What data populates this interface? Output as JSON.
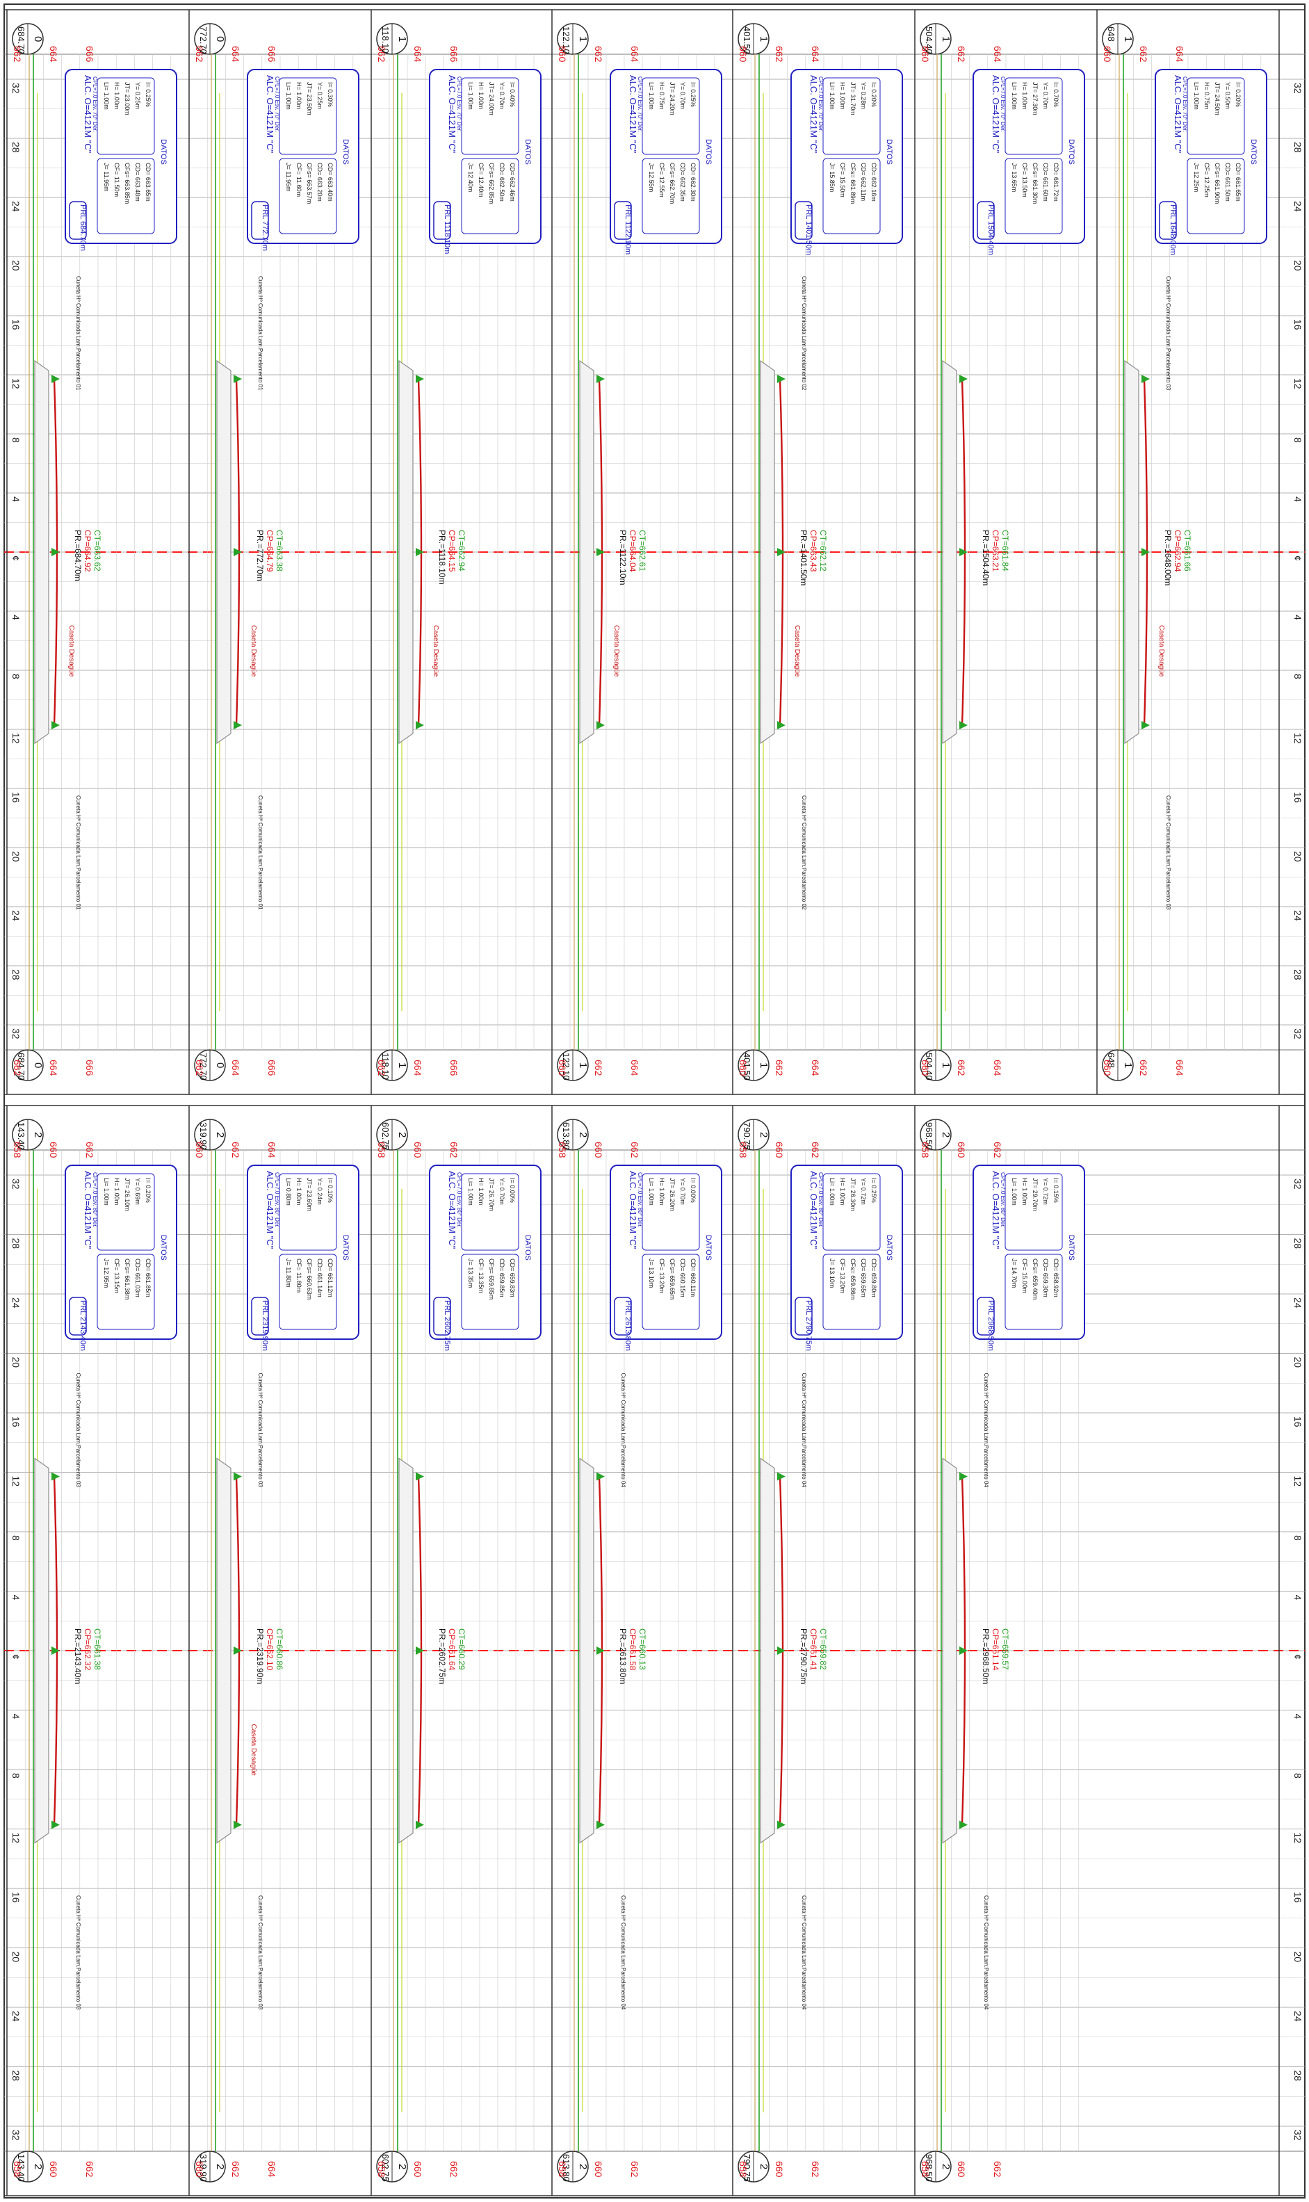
{
  "title": "",
  "colors": {
    "grid": "#777777",
    "grid_minor": "#999999",
    "elev_red": "#e0181c",
    "centerline": "#ff1a1a",
    "terrain_green": "#27a327",
    "ground_tan": "#c8a45a",
    "yellow_green": "#b8d000",
    "box_blue": "#2020c0",
    "culvert_red": "#c81414",
    "structure_gray": "#8c8c8c"
  },
  "offset_labels": [
    "32",
    "28",
    "24",
    "20",
    "16",
    "12",
    "8",
    "4",
    "¢",
    "4",
    "8",
    "12",
    "16",
    "20",
    "24",
    "28",
    "32"
  ],
  "bands": [
    {
      "panels": [
        {
          "id": "0",
          "badge_num": "0",
          "badge_sub": "684.70",
          "elev_labels": [
            "662",
            "664",
            "666"
          ],
          "box_title": "ALC. O=4121M \"C\"",
          "box_sub": "CPL=7.0 Esv. 70° Der.",
          "prl": "PRL 684.70m",
          "datos": "DATOS",
          "left_rows": [
            "Li= 1.00m",
            "H= 1.00m",
            "JT= 23.00m",
            "Y= 0.25m",
            "I= 0.25%"
          ],
          "right_rows": [
            "J= 11.95m",
            "CF= 11.50m",
            "CFs= 663.85m",
            "CD= 663.48m",
            "CD= 663.65m"
          ],
          "cuneta_left": "Cuneta Hº Comunicada Lam.Parcelamento 01",
          "cuneta_right": "Cuneta Hº Comunicada Lam.Parcelamento 01",
          "center_prl": "PR.=684.70m",
          "center_cp": "CP=664.92",
          "center_ct": "CT=663.62",
          "casetta": "Caseta Desagüe"
        },
        {
          "id": "0b",
          "badge_num": "0",
          "badge_sub": "772.70",
          "elev_labels": [
            "662",
            "664",
            "666"
          ],
          "box_title": "ALC. O=4121M \"C\"",
          "box_sub": "CPL=7.0 Esv. 70° Der.",
          "prl": "PRL 772.70m",
          "datos": "DATOS",
          "left_rows": [
            "Li= 1.00m",
            "H= 1.00m",
            "JT= 23.50m",
            "Y= 0.25m",
            "I= 0.30%"
          ],
          "right_rows": [
            "J= 11.95m",
            "CF= 11.60m",
            "CFs= 663.57m",
            "CD= 663.20m",
            "CD= 663.40m"
          ],
          "cuneta_left": "Cuneta Hº Comunicada Lam.Parcelamento 01",
          "cuneta_right": "Cuneta Hº Comunicada Lam.Parcelamento 01",
          "center_prl": "PR.=772.70m",
          "center_cp": "CP=664.79",
          "center_ct": "CT=663.38",
          "casetta": "Caseta Desagüe"
        },
        {
          "id": "1",
          "badge_num": "1",
          "badge_sub": "118.10",
          "elev_labels": [
            "662",
            "664",
            "666"
          ],
          "box_title": "ALC. O=4121M \"C\"",
          "box_sub": "CPL=7.0 Esv. 70° Der.",
          "prl": "PRL 1118.10m",
          "datos": "DATOS",
          "left_rows": [
            "Li= 1.00m",
            "H= 1.00m",
            "JT= 24.00m",
            "Y= 0.70m",
            "I= 0.40%"
          ],
          "right_rows": [
            "J= 12.40m",
            "CF= 12.40m",
            "CFs= 662.85m",
            "CD= 662.50m",
            "CD= 662.46m"
          ],
          "cuneta_left": "",
          "cuneta_right": "",
          "center_prl": "PR.=1118.10m",
          "center_cp": "CP=664.15",
          "center_ct": "CT=662.94",
          "casetta": "Caseta Desagüe"
        },
        {
          "id": "2",
          "badge_num": "1",
          "badge_sub": "122.10",
          "elev_labels": [
            "660",
            "662",
            "664"
          ],
          "box_title": "ALC. O=4121M \"C\"",
          "box_sub": "CPL=7.0 Esv. 70° Der.",
          "prl": "PRL 1122.10m",
          "datos": "DATOS",
          "left_rows": [
            "Li= 1.00m",
            "H= 0.75m",
            "JT= 24.20m",
            "Y= 0.70m",
            "I= 0.25%"
          ],
          "right_rows": [
            "J= 12.55m",
            "CF= 12.55m",
            "CFs= 662.70m",
            "CD= 662.35m",
            "CD= 662.30m"
          ],
          "cuneta_left": "",
          "cuneta_right": "",
          "center_prl": "PR.=1122.10m",
          "center_cp": "CP=664.04",
          "center_ct": "CT=662.61",
          "casetta": "Caseta Desagüe"
        },
        {
          "id": "3",
          "badge_num": "1",
          "badge_sub": "401.50",
          "elev_labels": [
            "660",
            "662",
            "664"
          ],
          "box_title": "ALC. O=4121M \"C\"",
          "box_sub": "CPL=7.0 Esv. 70° Der.",
          "prl": "PRL 1401.50m",
          "datos": "DATOS",
          "left_rows": [
            "Li= 1.00m",
            "H= 1.00m",
            "JT= 31.70m",
            "Y= 0.28m",
            "I= 0.20%"
          ],
          "right_rows": [
            "J= 15.85m",
            "CF= 15.50m",
            "CFs= 661.89m",
            "CD= 662.11m",
            "CD= 662.16m"
          ],
          "cuneta_left": "Cuneta Hº Comunicada Lam.Parcelamento 02",
          "cuneta_right": "Cuneta Hº Comunicada Lam.Parcelamento 02",
          "center_prl": "PR.=1401.50m",
          "center_cp": "CP=663.43",
          "center_ct": "CT=662.12",
          "casetta": "Caseta Desagüe"
        },
        {
          "id": "4",
          "badge_num": "1",
          "badge_sub": "504.40",
          "elev_labels": [
            "660",
            "662",
            "664"
          ],
          "box_title": "ALC. O=4121M \"C\"",
          "box_sub": "CPL=7.0 Esv. 70° Der.",
          "prl": "PRL 1504.40m",
          "datos": "DATOS",
          "left_rows": [
            "Li= 1.00m",
            "H= 1.00m",
            "JT= 27.30m",
            "Y= 0.70m",
            "I= 0.70%"
          ],
          "right_rows": [
            "J= 13.65m",
            "CF= 13.50m",
            "CFs= 661.30m",
            "CD= 661.60m",
            "CD= 661.72m"
          ],
          "cuneta_left": "",
          "cuneta_right": "",
          "center_prl": "PR.=1504.40m",
          "center_cp": "CP=663.21",
          "center_ct": "CT=661.84",
          "casetta": ""
        },
        {
          "id": "5",
          "badge_num": "1",
          "badge_sub": "648",
          "elev_labels": [
            "660",
            "662",
            "664"
          ],
          "box_title": "ALC. O=4121M \"C\"",
          "box_sub": "CPL=7.0 Esv. 70° Der.",
          "prl": "PRL 1648.00m",
          "datos": "DATOS",
          "left_rows": [
            "Li= 1.00m",
            "H= 0.75m",
            "JT= 24.50m",
            "Y= 0.50m",
            "I= 0.20%"
          ],
          "right_rows": [
            "J= 12.25m",
            "CF= 12.25m",
            "CFs= 661.90m",
            "CD= 661.50m",
            "CD= 661.65m"
          ],
          "cuneta_left": "Cuneta Hº Comunicada Lam.Parcelamento 03",
          "cuneta_right": "Cuneta Hº Comunicada Lam.Parcelamento 03",
          "center_prl": "PR.=1648.00m",
          "center_cp": "CP=662.94",
          "center_ct": "CT=661.66",
          "casetta": "Caseta Desagüe"
        }
      ]
    },
    {
      "panels": [
        {
          "id": "6",
          "badge_num": "2",
          "badge_sub": "143.40",
          "elev_labels": [
            "658",
            "660",
            "662"
          ],
          "box_title": "ALC. O=4121M \"C\"",
          "box_sub": "CPL=7.0 Esv. 80° Der.",
          "prl": "PRL 2143.40m",
          "datos": "DATOS",
          "left_rows": [
            "Li= 1.00m",
            "H= 1.00m",
            "JT= 26.10m",
            "Y= 0.69m",
            "I= 0.20%"
          ],
          "right_rows": [
            "J= 12.95m",
            "CF= 13.15m",
            "CFs= 661.38m",
            "CD= 661.03m",
            "CD= 661.85m"
          ],
          "cuneta_left": "Cuneta Hº Comunicada Lam.Parcelamento 03",
          "cuneta_right": "Cuneta Hº Comunicada Lam.Parcelamento 03",
          "center_prl": "PR.=2143.40m",
          "center_cp": "CP=662.32",
          "center_ct": "CT=661.38",
          "casetta": ""
        },
        {
          "id": "7",
          "badge_num": "2",
          "badge_sub": "319.90",
          "elev_labels": [
            "660",
            "662",
            "664"
          ],
          "box_title": "ALC. O=4121M \"C\"",
          "box_sub": "CPL=7.0 Esv. 80° Der.",
          "prl": "PRL 2319.90m",
          "datos": "DATOS",
          "left_rows": [
            "Li= 0.80m",
            "H= 1.00m",
            "JT= 23.60m",
            "Y= 0.24m",
            "I= 0.10%"
          ],
          "right_rows": [
            "J= 11.80m",
            "CF= 11.80m",
            "CFs= 660.63m",
            "CD= 661.14m",
            "CD= 661.12m"
          ],
          "cuneta_left": "Cuneta Hº Comunicada Lam.Parcelamento 03",
          "cuneta_right": "Cuneta Hº Comunicada Lam.Parcelamento 03",
          "center_prl": "PR.=2319.90m",
          "center_cp": "CP=662.10",
          "center_ct": "CT=660.86",
          "casetta": "Caseta Desagüe"
        },
        {
          "id": "8",
          "badge_num": "2",
          "badge_sub": "602.75",
          "elev_labels": [
            "658",
            "660",
            "662"
          ],
          "box_title": "ALC. O=4121M \"C\"",
          "box_sub": "CPL=7.0 Esv. 80° Der.",
          "prl": "PRL 2602.75m",
          "datos": "DATOS",
          "left_rows": [
            "Li= 1.00m",
            "H= 1.00m",
            "JT= 26.70m",
            "Y= 0.70m",
            "I= 0.00%"
          ],
          "right_rows": [
            "J= 13.35m",
            "CF= 13.35m",
            "CFs= 659.85m",
            "CD= 659.85m",
            "CD= 659.83m"
          ],
          "cuneta_left": "",
          "cuneta_right": "",
          "center_prl": "PR.=2602.75m",
          "center_cp": "CP=661.64",
          "center_ct": "CT=660.29",
          "casetta": ""
        },
        {
          "id": "9",
          "badge_num": "2",
          "badge_sub": "613.80",
          "elev_labels": [
            "658",
            "660",
            "662"
          ],
          "box_title": "ALC. O=4121M \"C\"",
          "box_sub": "CPL=7.0 Esv. 80° Der.",
          "prl": "PRL 2613.80m",
          "datos": "DATOS",
          "left_rows": [
            "Li= 1.00m",
            "H= 1.00m",
            "JT= 26.20m",
            "Y= 0.70m",
            "I= 0.00%"
          ],
          "right_rows": [
            "J= 13.10m",
            "CF= 13.20m",
            "CFs= 659.65m",
            "CD= 660.15m",
            "CD= 660.11m"
          ],
          "cuneta_left": "Cuneta Hº Comunicada Lam.Parcelamento 04",
          "cuneta_right": "Cuneta Hº Comunicada Lam.Parcelamento 04",
          "center_prl": "PR.=2613.80m",
          "center_cp": "CP=661.58",
          "center_ct": "CT=660.13",
          "casetta": ""
        },
        {
          "id": "10",
          "badge_num": "2",
          "badge_sub": "790.75",
          "elev_labels": [
            "658",
            "660",
            "662"
          ],
          "box_title": "ALC. O=4121M \"C\"",
          "box_sub": "CPL=7.0 Esv. 80° Der.",
          "prl": "PRL 2790.75m",
          "datos": "DATOS",
          "left_rows": [
            "Li= 1.00m",
            "H= 1.00m",
            "JT= 26.30m",
            "Y= 0.72m",
            "I= 0.25%"
          ],
          "right_rows": [
            "J= 13.10m",
            "CF= 13.20m",
            "CFs= 659.86m",
            "CD= 659.65m",
            "CD= 659.80m"
          ],
          "cuneta_left": "Cuneta Hº Comunicada Lam.Parcelamento 04",
          "cuneta_right": "Cuneta Hº Comunicada Lam.Parcelamento 04",
          "center_prl": "PR.=2790.75m",
          "center_cp": "CP=661.41",
          "center_ct": "CT=659.82",
          "casetta": ""
        },
        {
          "id": "11",
          "badge_num": "2",
          "badge_sub": "968.50",
          "elev_labels": [
            "658",
            "660",
            "662"
          ],
          "box_title": "ALC. O=4121M \"C\"",
          "box_sub": "CPL=7.0 Esv. 80° Der.",
          "prl": "PRL 2968.50m",
          "datos": "DATOS",
          "left_rows": [
            "Li= 1.00m",
            "H= 1.00m",
            "JT= 29.70m",
            "Y= 0.72m",
            "I= 0.15%"
          ],
          "right_rows": [
            "J= 14.70m",
            "CF= 15.00m",
            "CFs= 659.40m",
            "CD= 659.30m",
            "CD= 658.92m"
          ],
          "cuneta_left": "Cuneta Hº Comunicada Lam.Parcelamento 04",
          "cuneta_right": "Cuneta Hº Comunicada Lam.Parcelamento 04",
          "center_prl": "PR.=2968.50m",
          "center_cp": "CP=661.14",
          "center_ct": "CT=659.57",
          "casetta": ""
        }
      ]
    }
  ]
}
